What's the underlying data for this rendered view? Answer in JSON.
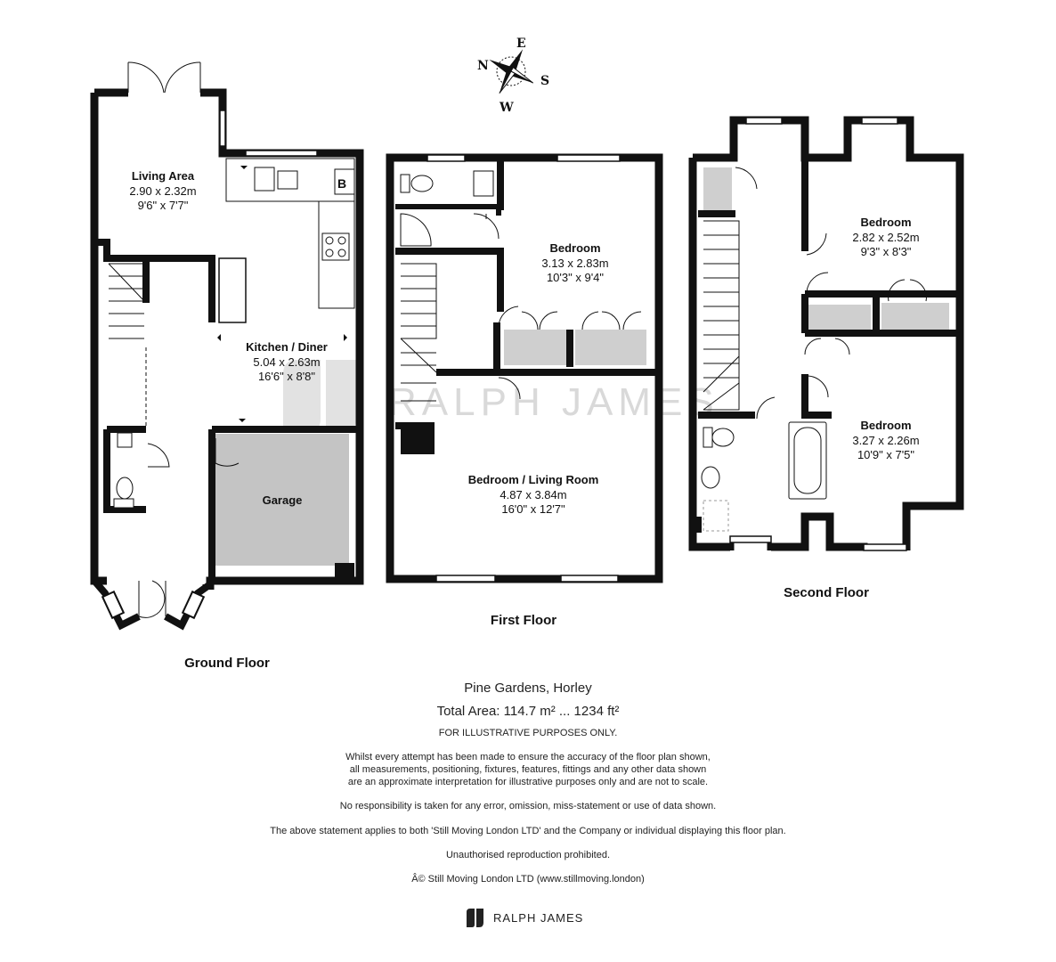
{
  "compass": {
    "n": "N",
    "e": "E",
    "s": "S",
    "w": "W"
  },
  "watermark": {
    "text": "RALPH JAMES"
  },
  "floors": {
    "ground": {
      "label": "Ground Floor",
      "living": {
        "name": "Living Area",
        "metric": "2.90 x 2.32m",
        "imperial": "9'6\" x 7'7\""
      },
      "kitchen": {
        "name": "Kitchen / Diner",
        "metric": "5.04 x 2.63m",
        "imperial": "16'6\" x 8'8\""
      },
      "garage": {
        "name": "Garage"
      },
      "boiler": "B"
    },
    "first": {
      "label": "First Floor",
      "bedroom": {
        "name": "Bedroom",
        "metric": "3.13 x 2.83m",
        "imperial": "10'3\" x 9'4\""
      },
      "living": {
        "name": "Bedroom / Living Room",
        "metric": "4.87 x 3.84m",
        "imperial": "16'0\" x 12'7\""
      }
    },
    "second": {
      "label": "Second Floor",
      "bedroom1": {
        "name": "Bedroom",
        "metric": "2.82 x 2.52m",
        "imperial": "9'3\" x 8'3\""
      },
      "bedroom2": {
        "name": "Bedroom",
        "metric": "3.27 x 2.26m",
        "imperial": "10'9\" x 7'5\""
      }
    }
  },
  "footer": {
    "title": "Pine Gardens, Horley",
    "area": "Total Area: 114.7 m² ... 1234 ft²",
    "illustrative": "FOR ILLUSTRATIVE PURPOSES ONLY.",
    "disclaimer_1": "Whilst every attempt has been made to ensure the accuracy of the floor plan shown,",
    "disclaimer_2": "all measurements, positioning, fixtures, features, fittings and any other data shown",
    "disclaimer_3": "are an approximate interpretation for illustrative purposes only and are not to scale.",
    "responsibility": "No responsibility is taken for any error, omission, miss-statement or use of data shown.",
    "statement": "The above statement applies to both 'Still Moving London LTD' and the Company or individual displaying this floor plan.",
    "unauthorised": "Unauthorised reproduction prohibited.",
    "copyright": "Â© Still Moving London LTD (www.stillmoving.london)",
    "brand": "RALPH JAMES"
  },
  "colors": {
    "wall": "#111111",
    "fitted": "#cfcfcf",
    "garage": "#c4c4c4",
    "watermark": "#d9d9d9"
  }
}
